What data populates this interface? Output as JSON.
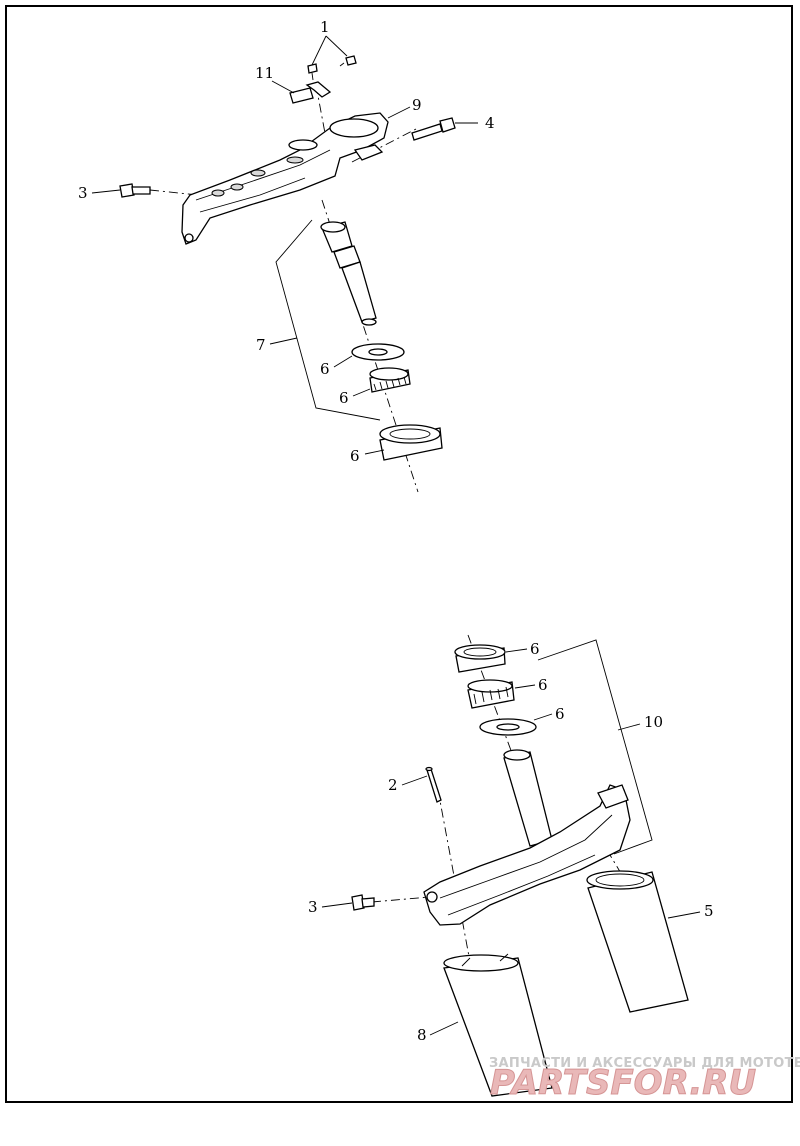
{
  "callouts": {
    "c1": "1",
    "c11": "11",
    "c9": "9",
    "c4": "4",
    "c3_top": "3",
    "c7": "7",
    "c6_washer_top": "6",
    "c6_bearing_top": "6",
    "c6_race_top": "6",
    "c6_race_bottom": "6",
    "c6_bearing_bottom": "6",
    "c6_washer_bottom": "6",
    "c10": "10",
    "c2": "2",
    "c3_bottom": "3",
    "c5": "5",
    "c8": "8"
  },
  "watermark": {
    "tagline": "ЗАПЧАСТИ И АКСЕССУАРЫ ДЛЯ МОТОТЕХНИКИ",
    "logo": "PARTSFOR.RU"
  }
}
